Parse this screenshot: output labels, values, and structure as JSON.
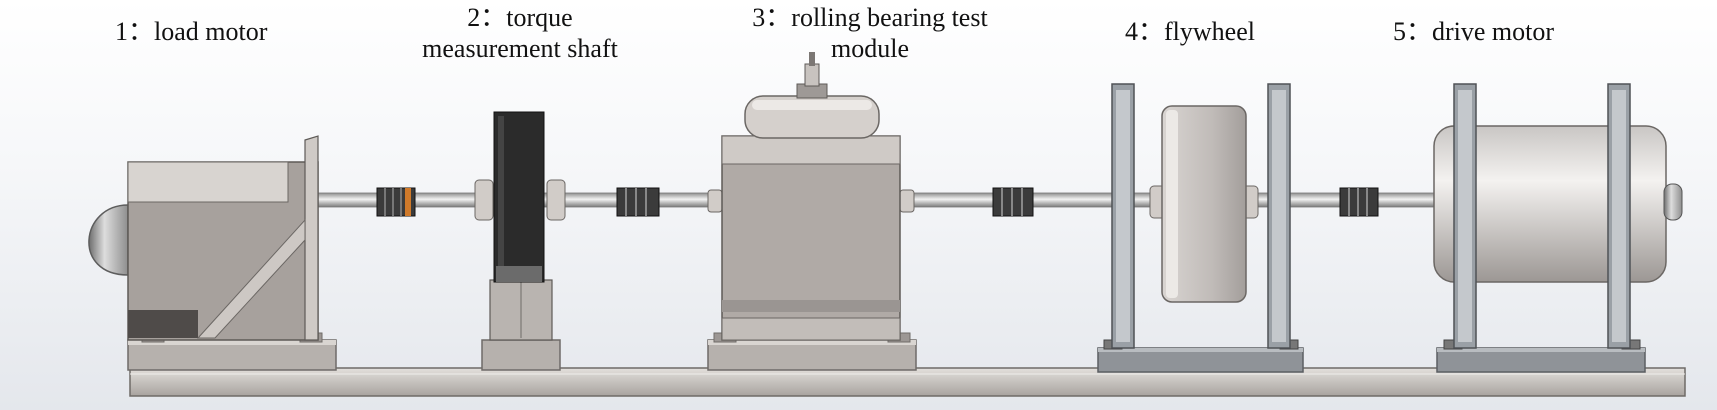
{
  "labels": {
    "load_motor": "1：load motor",
    "torque_line1": "2：torque",
    "torque_line2": "measurement shaft",
    "bearing_line1": "3：rolling bearing test",
    "bearing_line2": "module",
    "flywheel": "4：flywheel",
    "drive_motor": "5：drive motor"
  },
  "colors": {
    "steel": "#b4aeaa",
    "steel_light": "#d6d2cf",
    "steel_dark": "#8a8582",
    "sensor_black": "#2b2b2b",
    "frame_gray": "#9aa0a6",
    "coupling": "#3a3a3a",
    "coupling_accent": "#d07a2a"
  }
}
